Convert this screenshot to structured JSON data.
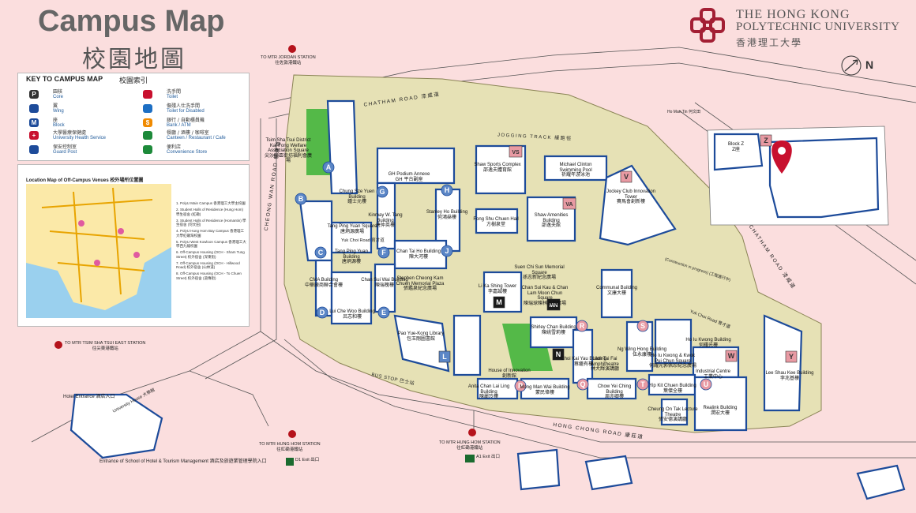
{
  "header": {
    "title_en": "Campus Map",
    "title_zh": "校園地圖",
    "university_line1": "THE HONG KONG",
    "university_line2": "POLYTECHNIC UNIVERSITY",
    "university_zh": "香港理工大學",
    "north_label": "N"
  },
  "legend": {
    "heading_en": "KEY TO CAMPUS MAP",
    "heading_zh": "校園索引",
    "items": [
      {
        "icon": "core-icon",
        "symbol": "P",
        "en": "Core",
        "zh": "園核"
      },
      {
        "icon": "wing-icon",
        "symbol": "",
        "en": "Wing",
        "zh": "翼"
      },
      {
        "icon": "block-icon",
        "symbol": "M",
        "en": "Block",
        "zh": "座"
      },
      {
        "icon": "health-icon",
        "symbol": "+",
        "en": "University Health Service",
        "zh": "大學醫療保健處"
      },
      {
        "icon": "guard-icon",
        "symbol": "",
        "en": "Guard Post",
        "zh": "保安控制室"
      },
      {
        "icon": "toilet-icon",
        "symbol": "",
        "en": "Toilet",
        "zh": "洗手間"
      },
      {
        "icon": "disabled-toilet-icon",
        "symbol": "",
        "en": "Toilet for Disabled",
        "zh": "傷殘人仕洗手間"
      },
      {
        "icon": "atm-icon",
        "symbol": "$",
        "en": "Bank / ATM",
        "zh": "銀行 / 自動櫃員機"
      },
      {
        "icon": "canteen-icon",
        "symbol": "",
        "en": "Canteen / Restaurant / Cafe",
        "zh": "餐廳 / 酒樓 / 咖啡室"
      },
      {
        "icon": "store-icon",
        "symbol": "",
        "en": "Convenience Store",
        "zh": "便利店"
      }
    ]
  },
  "location_map": {
    "title": "Location Map of Off-Campus Venues 校外場所位置圖",
    "venues": [
      "1. PolyU Main Campus 香港理工大學主校園",
      "2. Student Halls of Residence (Hung Hom) 學生宿舍 (紅磡)",
      "3. Student Halls of Residence (Homantin) 學生宿舍 (何文田)",
      "4. PolyU Hung Hom Bay Campus 香港理工大學紅磡灣校園",
      "5. PolyU West Kowloon Campus 香港理工大學西九龍校園",
      "6. Off-Campus Housing (OCH - Sham Tung Street) 校外宿舍 (深東街)",
      "7. Off-Campus Housing (OCH - Hillwood Road) 校外宿舍 (山林道)",
      "8. Off-Campus Housing (OCH - To Chuen Street) 校外宿舍 (道傳街)"
    ]
  },
  "roads": {
    "chatham_north": "CHATHAM ROAD 漆咸道",
    "chatham_south": "CHATHAM ROAD 漆咸道",
    "cheong_wan": "CHEONG WAN ROAD 暢運道",
    "hong_chong": "HONG CHONG ROAD 康莊道",
    "yuk_choi": "Yuk Choi Road 育才道",
    "yuk_choi_east": "Yuk Choi Road 育才道",
    "ho_man_tin": "Ho Man Tin 何文田",
    "jogging_track": "JOGGING TRACK 緩跑徑",
    "bus_stop": "BUS STOP 巴士站",
    "construction": "(Construction in progress) (工程進行中)"
  },
  "mtr": {
    "jordan": "TO MTR JORDAN STATION",
    "jordan_zh": "往佐敦港鐵站",
    "tst_east": "TO MTR TSIM SHA TSUI EAST STATION",
    "tst_east_zh": "往尖東港鐵站",
    "hung_hom_1": "TO MTR HUNG HOM STATION",
    "hung_hom_1_zh": "往紅磡港鐵站",
    "hung_hom_2": "TO MTR HUNG HOM STATION",
    "hung_hom_2_zh": "往紅磡港鐵站",
    "exit_d1": "D1 Exit 出口",
    "exit_a1": "A1 Exit 出口"
  },
  "hotel": {
    "entrance": "Hotel Entrance 酒店入口",
    "university_house": "University House 大學館",
    "school_entrance": "Entrance of School of Hotel & Tourism Management 酒店及旅遊業管理學院入口"
  },
  "core_labels": [
    "A",
    "B",
    "C",
    "D",
    "E",
    "F",
    "G",
    "H",
    "J",
    "L",
    "M",
    "N",
    "MN",
    "P",
    "Q",
    "R",
    "S",
    "T",
    "U",
    "V",
    "VA",
    "VS",
    "W",
    "Y",
    "Z"
  ],
  "buildings": [
    {
      "key": "chung_sze_yuen",
      "en": "Chung Sze Yuen Building",
      "zh": "鍾士元樓"
    },
    {
      "key": "gh_podium",
      "en": "GH Podium Annexe",
      "zh": "GH 平台副座"
    },
    {
      "key": "kinmay",
      "en": "Kinmay W. Tang Building",
      "zh": "唐仲英樓"
    },
    {
      "key": "stanley_ho",
      "en": "Stanley Ho Building",
      "zh": "何鴻燊樓"
    },
    {
      "key": "tang_ping_yuan_sq",
      "en": "Tang Ping Yuan Square",
      "zh": "唐炳源廣場"
    },
    {
      "key": "tang_ping_yuan_bldg",
      "en": "Tang Ping Yuan Building",
      "zh": "唐炳源樓"
    },
    {
      "key": "chan_tai_ho",
      "en": "Chan Tai Ho Building",
      "zh": "陳大河樓"
    },
    {
      "key": "cma",
      "en": "CMA Building",
      "zh": "中華廠商聯合會樓"
    },
    {
      "key": "chan_sui_wai",
      "en": "Chan Sui Wai Building",
      "zh": "陳瑞槐樓"
    },
    {
      "key": "lui_che_woo",
      "en": "Lui Che Woo Building",
      "zh": "呂志和樓"
    },
    {
      "key": "stephen_cheong",
      "en": "Stephen Cheong Kam Chuen Memorial Plaza",
      "zh": "張鑑泉紀念廣場"
    },
    {
      "key": "pao_library",
      "en": "Pao Yue-Kong Library",
      "zh": "包玉剛圖書館"
    },
    {
      "key": "shaw_sports",
      "en": "Shaw Sports Complex",
      "zh": "邵逸夫體育館"
    },
    {
      "key": "clinton_pool",
      "en": "Michael Clinton Swimming Pool",
      "zh": "祈耀年游泳池"
    },
    {
      "key": "fong_shu_chuen",
      "en": "Fong Shu Chuen Hall",
      "zh": "方樹泉堂"
    },
    {
      "key": "shaw_amenities",
      "en": "Shaw Amenities Building",
      "zh": "邵逸夫館"
    },
    {
      "key": "jockey_tower",
      "en": "Jockey Club Innovation Tower",
      "zh": "賽馬會創新樓"
    },
    {
      "key": "suen_chi_sun",
      "en": "Suen Chi Sun Memorial Square",
      "zh": "孫志新紀念廣場"
    },
    {
      "key": "li_ka_shing",
      "en": "Li Ka Shing Tower",
      "zh": "李嘉誠樓"
    },
    {
      "key": "chan_sui_kau",
      "en": "Chan Sui Kau & Chan Lam Moon Chun Square",
      "zh": "陳瑞球陳林滿珍廣場"
    },
    {
      "key": "communal",
      "en": "Communal Building",
      "zh": "文康大樓"
    },
    {
      "key": "shirley_chan",
      "en": "Shirley Chan Building",
      "zh": "陳姚雪莉樓"
    },
    {
      "key": "choi_kai_yau",
      "en": "Choi Kai Yau Building",
      "zh": "蔡繼有樓"
    },
    {
      "key": "lam_tai_fai",
      "en": "Lam Tai Fai Amphitheatre",
      "zh": "林大輝演講廳"
    },
    {
      "key": "ng_wing_hong",
      "en": "Ng Wing Hong Building",
      "zh": "伍永康樓"
    },
    {
      "key": "ho_iu_kwong",
      "en": "Ho Iu Kwong Building",
      "zh": "何耀光樓"
    },
    {
      "key": "kwok_square",
      "en": "Ho Iu Kwong & Kwok Pui Chun Square",
      "zh": "何耀光郭佩珍紀念廣場"
    },
    {
      "key": "industrial_centre",
      "en": "Industrial Centre",
      "zh": "工業中心"
    },
    {
      "key": "lee_shau_kee",
      "en": "Lee Shau Kee Building",
      "zh": "李兆基樓"
    },
    {
      "key": "anita_chan",
      "en": "Anita Chan Lai Ling Building",
      "zh": "陳麗玲樓"
    },
    {
      "key": "house_innovation",
      "en": "House of Innovation",
      "zh": "創新館"
    },
    {
      "key": "mong_man_wai",
      "en": "Mong Man Wai Building",
      "zh": "蒙民偉樓"
    },
    {
      "key": "chow_yei_ching",
      "en": "Chow Yei Ching Building",
      "zh": "周亦卿樓"
    },
    {
      "key": "cheung_on_tak",
      "en": "Cheung On Tak Lecture Theatre",
      "zh": "張安德演講廳"
    },
    {
      "key": "yip_kit_chuen",
      "en": "Yip Kit Chuen Building",
      "zh": "葉傑全樓"
    },
    {
      "key": "realink",
      "en": "Realink Building",
      "zh": "潤宏大樓"
    },
    {
      "key": "block_z",
      "en": "Block Z",
      "zh": "Z座"
    },
    {
      "key": "welfare_square",
      "en": "Tsim Sha Tsui District Kai Fong Welfare Association Square",
      "zh": "尖沙咀區街坊福利會廣場"
    }
  ],
  "colors": {
    "background": "#fbdede",
    "campus_ground": "#e6e1b5",
    "building": "#ffffff",
    "building_shade": "#1d4b9a",
    "core_circle": "#5b86c6",
    "core_circle_pink": "#e89aa3",
    "green_space": "#54b948",
    "polyu_red": "#a31f34"
  }
}
